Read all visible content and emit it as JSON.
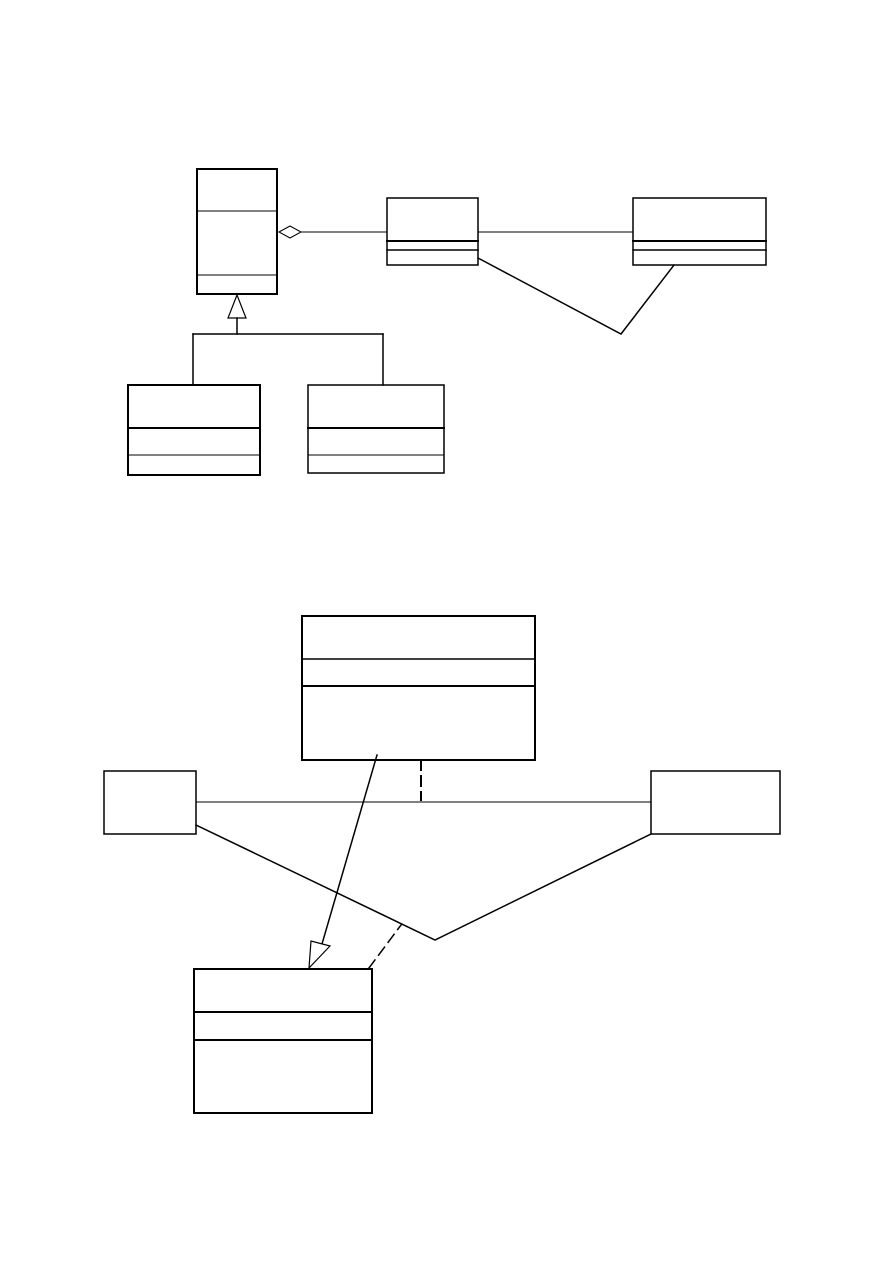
{
  "page": {
    "background": "#ffffff",
    "stroke_color": "#000000"
  },
  "diagram_top": {
    "classes": [
      {
        "id": "composite-class",
        "label": "",
        "compartments": 3
      },
      {
        "id": "component-class",
        "label": "",
        "compartments": 3
      },
      {
        "id": "right-class",
        "label": "",
        "compartments": 3
      },
      {
        "id": "subclass-left",
        "label": "",
        "compartments": 3
      },
      {
        "id": "subclass-right",
        "label": "",
        "compartments": 3
      }
    ],
    "relations": [
      {
        "id": "aggregation",
        "type": "aggregation",
        "from": "composite-class",
        "to": "component-class"
      },
      {
        "id": "association",
        "type": "association",
        "from": "component-class",
        "to": "right-class"
      },
      {
        "id": "bent-association",
        "type": "association",
        "from": "component-class",
        "to": "right-class"
      },
      {
        "id": "generalization",
        "type": "generalization",
        "parent": "composite-class",
        "children": [
          "subclass-left",
          "subclass-right"
        ]
      }
    ]
  },
  "diagram_bottom": {
    "classes": [
      {
        "id": "top-class",
        "label": "",
        "compartments": 3
      },
      {
        "id": "left-box",
        "label": "",
        "compartments": 1
      },
      {
        "id": "right-box",
        "label": "",
        "compartments": 1
      },
      {
        "id": "bottom-class",
        "label": "",
        "compartments": 3
      }
    ],
    "relations": [
      {
        "id": "horizontal-association",
        "type": "association",
        "from": "left-box",
        "to": "right-box"
      },
      {
        "id": "association-class-link",
        "type": "dashed",
        "from": "top-class",
        "to": "horizontal-association"
      },
      {
        "id": "v-association",
        "type": "association",
        "from": "left-box",
        "to": "right-box"
      },
      {
        "id": "v-association-class-link",
        "type": "dashed",
        "from": "bottom-class",
        "to": "v-association"
      },
      {
        "id": "generalization",
        "type": "generalization",
        "parent": "bottom-class",
        "child": "top-class"
      }
    ]
  }
}
